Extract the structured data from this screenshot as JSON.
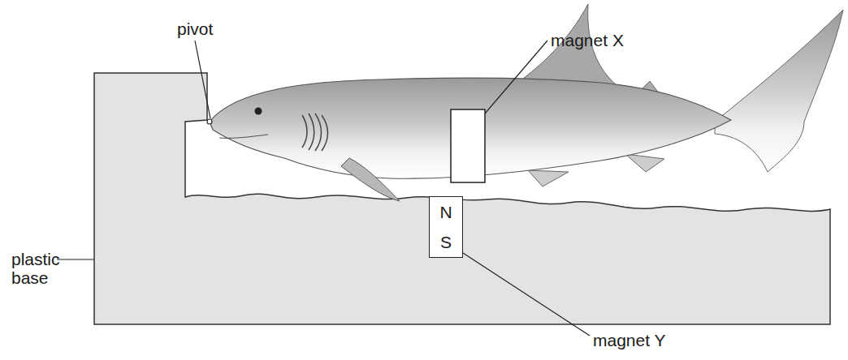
{
  "diagram": {
    "nodes": [
      {
        "text": [
          "N",
          "S"
        ]
      }
    ],
    "labels": [
      "pivot",
      "magnet X",
      "plastic base",
      "magnet Y"
    ]
  }
}
